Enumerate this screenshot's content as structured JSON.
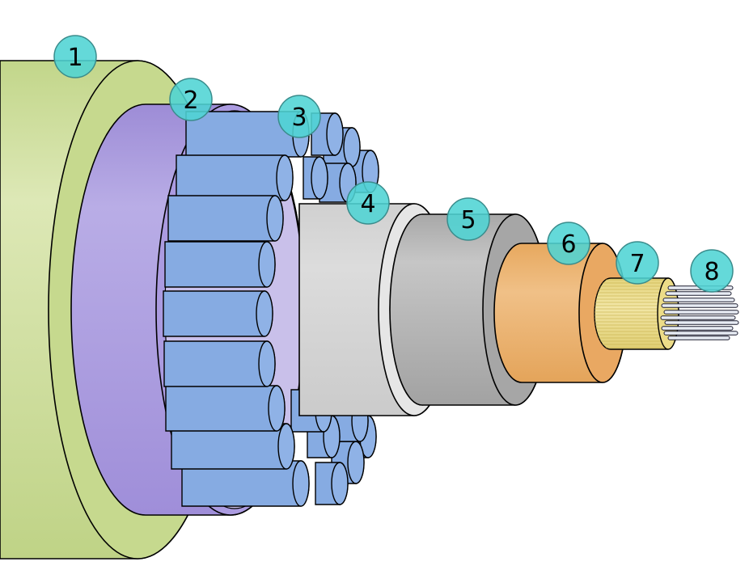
{
  "diagram": {
    "callouts": [
      {
        "id": "1",
        "label": "1"
      },
      {
        "id": "2",
        "label": "2"
      },
      {
        "id": "3",
        "label": "3"
      },
      {
        "id": "4",
        "label": "4"
      },
      {
        "id": "5",
        "label": "5"
      },
      {
        "id": "6",
        "label": "6"
      },
      {
        "id": "7",
        "label": "7"
      },
      {
        "id": "8",
        "label": "8"
      }
    ],
    "colors": {
      "outer_sheath": "#c2d68a",
      "second_sheath": "#a996de",
      "strand_tubes": "#86abe2",
      "inner_layer": "#d2d2d2",
      "gray_layer": "#a9a9a9",
      "copper_layer": "#eeae66",
      "yarn_layer": "#e8d98a",
      "fibers": "#e8ecf4",
      "callout_fill": "#4fd4d4",
      "callout_stroke": "#3a8c8c"
    }
  }
}
